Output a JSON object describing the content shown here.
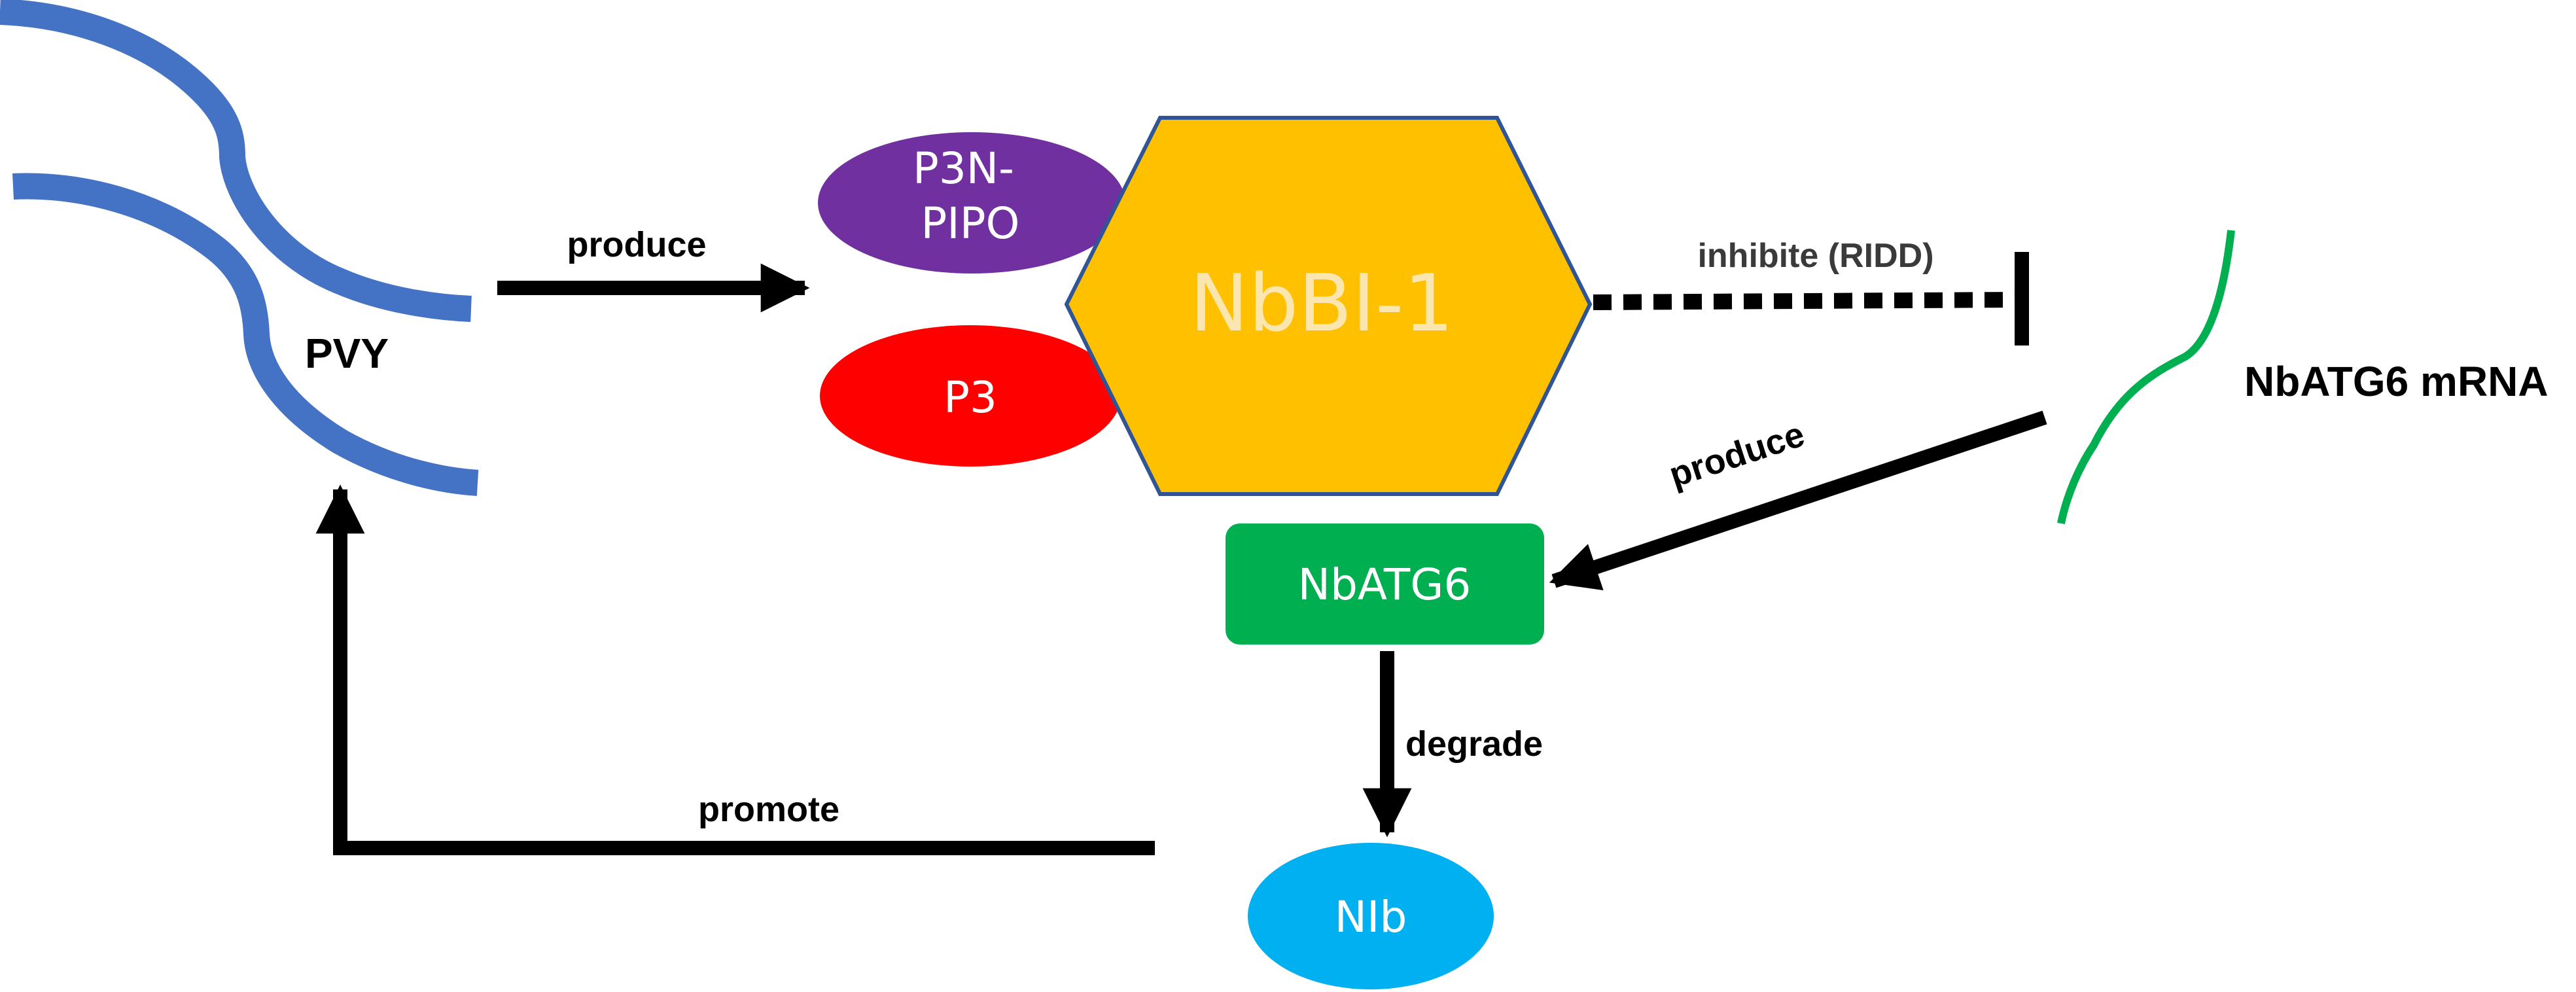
{
  "nodes": {
    "pvy": {
      "label": "PVY",
      "color": "#4472C4"
    },
    "p3n_pipo": {
      "line1": "P3N-",
      "line2": "PIPO",
      "color": "#7030A0"
    },
    "p3": {
      "label": "P3",
      "color": "#FF0000"
    },
    "nbbi1": {
      "label": "NbBI-1",
      "color": "#FFC000",
      "border": "#2F5597"
    },
    "nbatg6": {
      "label": "NbATG6",
      "color": "#00B050"
    },
    "nib": {
      "label": "NIb",
      "color": "#00B0F0"
    },
    "mrna": {
      "label": "NbATG6 mRNA",
      "color": "#00B050"
    }
  },
  "edges": {
    "pvy_produce": {
      "label": "produce"
    },
    "inhibit": {
      "label": "inhibite (RIDD)"
    },
    "mrna_produce": {
      "label": "produce"
    },
    "degrade": {
      "label": "degrade"
    },
    "promote": {
      "label": "promote"
    }
  }
}
